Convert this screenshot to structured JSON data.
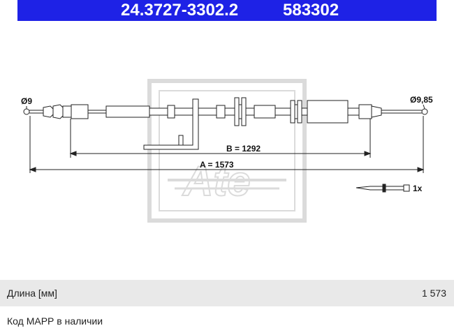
{
  "header": {
    "part_number": "24.3727-3302.2",
    "code": "583302",
    "color": "#1e22e6"
  },
  "drawing": {
    "left_diameter": "Ø9",
    "right_diameter": "Ø9,85",
    "dimension_b": "B = 1292",
    "dimension_a": "A = 1573",
    "accessory_qty": "1x",
    "logo_text": "Ate"
  },
  "spec": {
    "label": "Длина [мм]",
    "value": "1 573"
  },
  "availability": "Код МАРР в наличии"
}
